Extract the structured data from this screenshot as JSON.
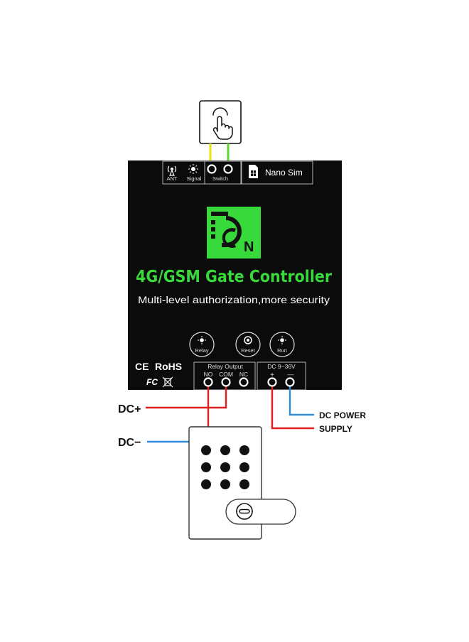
{
  "panel": {
    "ant_label": "ANT",
    "signal_label": "Signal",
    "switch_label": "Switch",
    "sim_label": "Nano Sim",
    "title": "4G/GSM Gate Controller",
    "subtitle": "Multi-level authorization,more security",
    "relay_label": "Relay",
    "reset_label": "Reset",
    "run_label": "Run",
    "cert_ce": "CE",
    "cert_rohs": "RoHS",
    "cert_fc": "FC",
    "relay_output_label": "Relay Output",
    "no_label": "NO",
    "com_label": "COM",
    "nc_label": "NC",
    "dc_range_label": "DC 9~36V",
    "plus_label": "+",
    "minus_label": "—"
  },
  "wiring": {
    "dc_plus_label": "DC+",
    "dc_minus_label": "DC−",
    "dc_power_label": "DC POWER",
    "supply_label": "SUPPLY"
  },
  "colors": {
    "panel": "#0b0b0b",
    "accent_green": "#38d93a",
    "wire_red": "#e01e1e",
    "wire_blue": "#2f8ddc",
    "wire_yellow": "#e7e21a",
    "wire_green": "#5ed62a"
  }
}
